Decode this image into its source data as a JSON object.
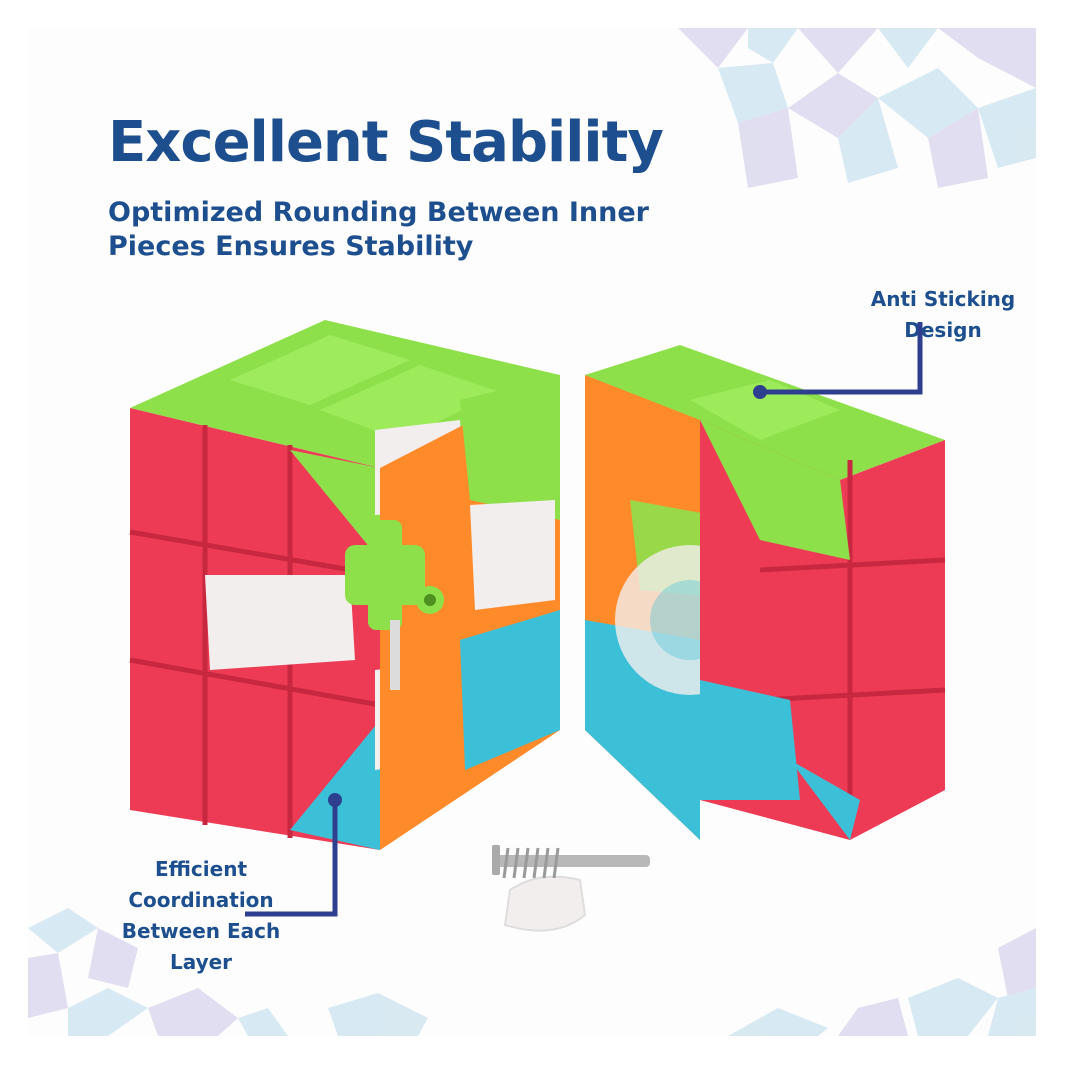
{
  "headline": "Excellent Stability",
  "subheadline": "Optimized Rounding Between Inner Pieces Ensures Stability",
  "callouts": {
    "anti_sticking": "Anti Sticking Design",
    "coordination": "Efficient Coordination Between Each Layer"
  },
  "colors": {
    "text": "#1d4f8e",
    "leader_line": "#2f3f8f",
    "cube_green": "#8ee04b",
    "cube_red": "#ee3b55",
    "cube_orange": "#ff8a2a",
    "cube_blue": "#3cc0d8",
    "core_white": "#f3eeee",
    "deco_blue": "#b9d9ea",
    "deco_purple": "#c9c6e6"
  },
  "icons": [
    "disassembled-cube-illustration",
    "spring-screw-illustration",
    "isometric-cube-pattern"
  ]
}
